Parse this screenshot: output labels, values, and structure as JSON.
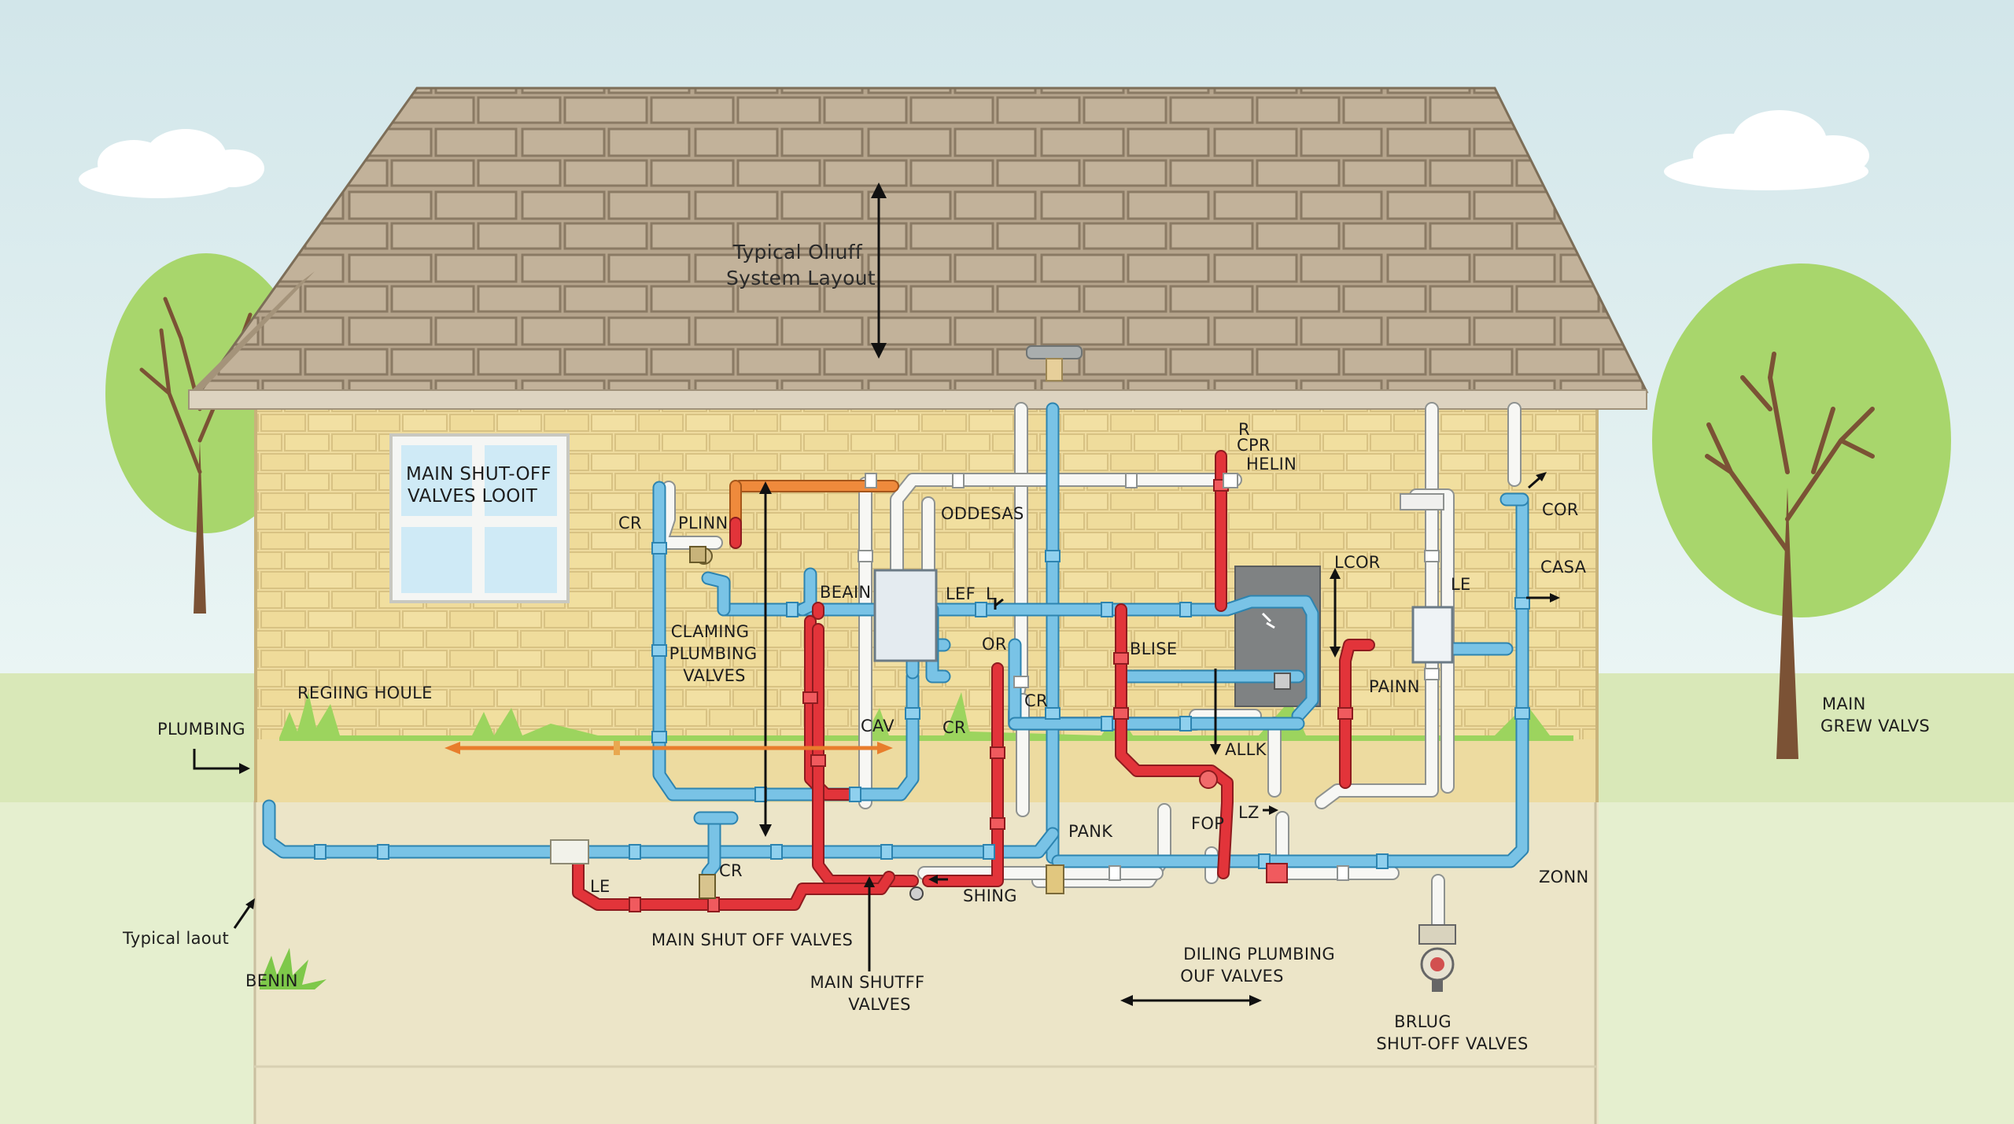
{
  "diagram": {
    "roof_title": [
      "Typical Olıuff",
      "System Layout"
    ],
    "window_label": [
      "MAIN SHUT-OFF",
      "VALVES LOOIT"
    ],
    "labels": {
      "cr_top_left": "CR",
      "plinn": "PLINN",
      "oddesas": "ODDESAS",
      "r": "R",
      "cpr": "CPR",
      "helin": "HELIN",
      "cor": "COR",
      "casa": "CASA",
      "lcor": "LCOR",
      "le_right": "LE",
      "beain": "BEAIN",
      "lef": "LEF",
      "l": "L",
      "claming": [
        "CLAMING",
        "PLUMBING",
        "VALVES"
      ],
      "or": "OR",
      "blise": "BLISE",
      "painn": "PAINN",
      "regiing_houle": "REGIING HOULE",
      "cr_mid": "CR",
      "cav": "CAV",
      "cr_low": "CR",
      "allk": "ALLK",
      "plumbing": "PLUMBING",
      "main_grew": [
        "MAIN",
        "GREW VALVS"
      ],
      "pank": "PANK",
      "fop": "FOP",
      "lz": "LZ",
      "cr_bottom": "CR",
      "le_bottom": "LE",
      "shing": "SHING",
      "zonn": "ZONN",
      "main_shut_off": "MAIN SHUT OFF VALVES",
      "main_shutff": [
        "MAIN SHUTFF",
        "VALVES"
      ],
      "typical_laout": "Typical laout",
      "benin": "BENIN",
      "diling": [
        "DILING PLUMBING",
        "OUF VALVES"
      ],
      "brlug": [
        "BRLUG",
        "SHUT-OFF VALVES"
      ]
    }
  }
}
